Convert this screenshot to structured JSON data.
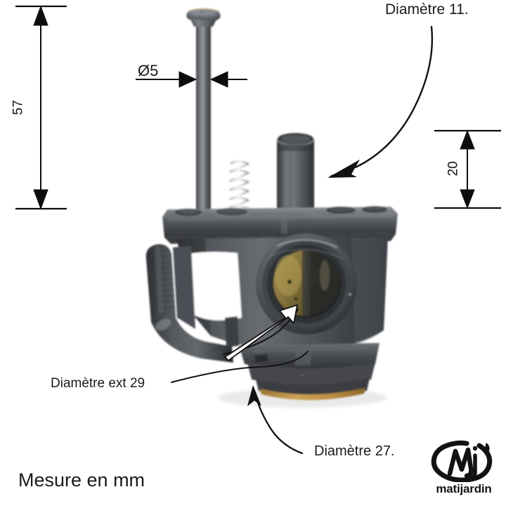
{
  "document": {
    "type": "technical-dimension-photo",
    "background_color": "#ffffff",
    "units_note": "Mesure en mm"
  },
  "annotations": {
    "diameter_11": "Diamètre 11.",
    "diameter_27": "Diamètre 27.",
    "diameter_ext_29": "Diamètre ext 29",
    "diameter_5": "Ø5",
    "units": "Mesure en mm"
  },
  "dimensions": {
    "height_total": "57",
    "nozzle_height": "20",
    "rod_diameter": "Ø5"
  },
  "brand": {
    "name": "matijardin",
    "logo_alt": "matijardin-logo"
  },
  "colors": {
    "ink": "#1a1a1a",
    "plastic_dark": "#3e4044",
    "plastic_mid": "#565a5f",
    "plastic_light": "#7d8185",
    "brass": "#8d7a42",
    "gasket": "#c89a4a",
    "background": "#ffffff"
  },
  "photo": {
    "subject": "plastic-valve-body-assembly",
    "parts": [
      {
        "name": "push-rod",
        "label": "Ø5"
      },
      {
        "name": "coil-spring",
        "label": ""
      },
      {
        "name": "outlet-nozzle",
        "label": "Diamètre 11."
      },
      {
        "name": "flange-plate",
        "label": ""
      },
      {
        "name": "elbow-pipe",
        "label": ""
      },
      {
        "name": "circular-port",
        "label": "Diamètre ext 29"
      },
      {
        "name": "base-flange",
        "label": "Diamètre 27."
      }
    ]
  }
}
